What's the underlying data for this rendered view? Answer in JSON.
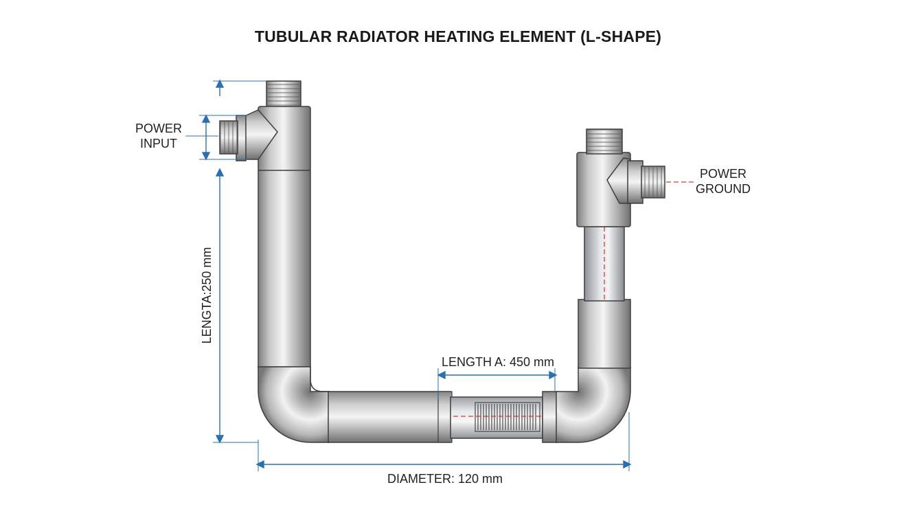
{
  "title": "TUBULAR RADIATOR HEATING ELEMENT (L-SHAPE)",
  "labels": {
    "power_input": "POWER INPUT",
    "power_ground": "POWER GROUND",
    "length_250": "LENGTA:250 mm",
    "length_a": "LENGTH A: 450 mm",
    "diameter": "DIAMETER: 120 mm"
  },
  "colors": {
    "dimension_line": "#2a6fb0",
    "center_line": "#d23a3a",
    "metal_dark": "#7e7e7e",
    "metal_light": "#f4f4f4",
    "outline": "#3d3d3d"
  }
}
